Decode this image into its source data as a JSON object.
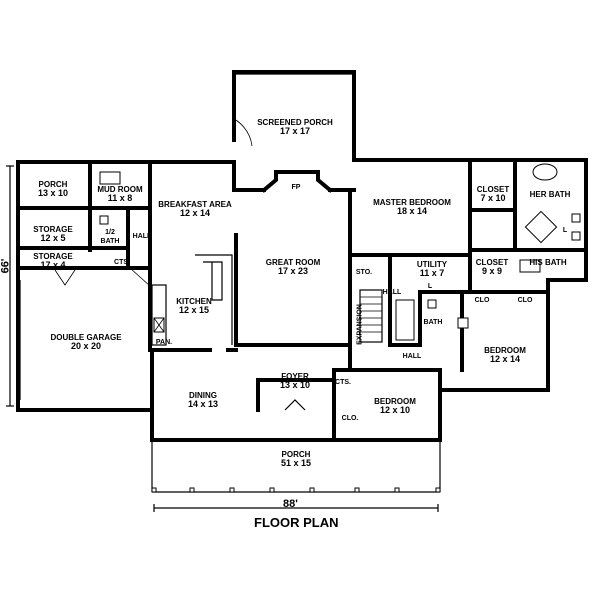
{
  "rooms": {
    "screened_porch": {
      "name": "SCREENED PORCH",
      "dims": "17 x 17"
    },
    "porch_small": {
      "name": "PORCH",
      "dims": "13 x 10"
    },
    "mud_room": {
      "name": "MUD ROOM",
      "dims": "11 x 8"
    },
    "breakfast": {
      "name": "BREAKFAST AREA",
      "dims": "12 x 14"
    },
    "storage_a": {
      "name": "STORAGE",
      "dims": "12 x 5"
    },
    "half_bath": {
      "name": "1/2",
      "name2": "BATH"
    },
    "hall_a": {
      "name": "HALL"
    },
    "storage_b": {
      "name": "STORAGE",
      "dims": "17 x 4"
    },
    "cts_a": {
      "name": "CTS."
    },
    "master_bedroom": {
      "name": "MASTER BEDROOM",
      "dims": "18 x 14"
    },
    "closet_a": {
      "name": "CLOSET",
      "dims": "7 x 10"
    },
    "her_bath": {
      "name": "HER BATH"
    },
    "his_bath": {
      "name": "HIS BATH"
    },
    "closet_b": {
      "name": "CLOSET",
      "dims": "9 x 9"
    },
    "great_room": {
      "name": "GREAT ROOM",
      "dims": "17 x 23"
    },
    "sto": {
      "name": "STO."
    },
    "utility": {
      "name": "UTILITY",
      "dims": "11 x 7"
    },
    "hall_b": {
      "name": "HALL"
    },
    "bath": {
      "name": "BATH"
    },
    "clo_a": {
      "name": "CLO"
    },
    "clo_b": {
      "name": "CLO"
    },
    "double_garage": {
      "name": "DOUBLE GARAGE",
      "dims": "20 x 20"
    },
    "kitchen": {
      "name": "KITCHEN",
      "dims": "12 x 15"
    },
    "pan": {
      "name": "PAN."
    },
    "fp": {
      "name": "FP"
    },
    "expansion": {
      "name": "EXPANSION"
    },
    "hall_c": {
      "name": "HALL"
    },
    "bedroom_a": {
      "name": "BEDROOM",
      "dims": "12 x 14"
    },
    "foyer": {
      "name": "FOYER",
      "dims": "13 x 10"
    },
    "dining": {
      "name": "DINING",
      "dims": "14 x 13"
    },
    "cts_b": {
      "name": "CTS."
    },
    "clo_c": {
      "name": "CLO."
    },
    "bedroom_b": {
      "name": "BEDROOM",
      "dims": "12 x 10"
    },
    "porch_front": {
      "name": "PORCH",
      "dims": "51 x 15"
    },
    "l_a": {
      "name": "L"
    },
    "l_b": {
      "name": "L"
    }
  },
  "dimensions": {
    "width": "88'",
    "depth": "66'"
  },
  "title": "FLOOR PLAN"
}
